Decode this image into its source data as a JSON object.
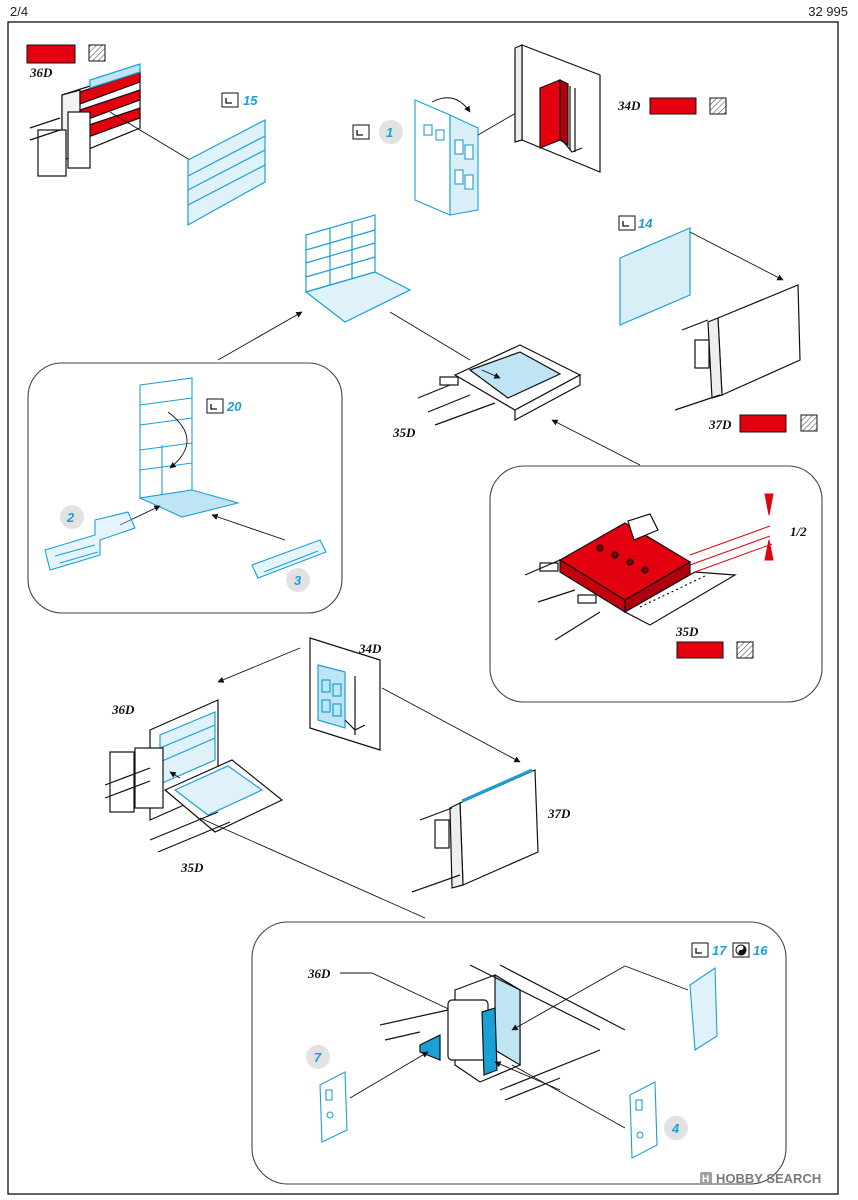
{
  "header": {
    "page": "2/4",
    "product_code": "32 995"
  },
  "colors": {
    "pe_blue": "#1ba0d6",
    "pe_fill": "#bfe4f4",
    "paint_red": "#e3000f",
    "line": "#1a1a1a",
    "callout_border": "#444444"
  },
  "labels": {
    "p36d_top": "36D",
    "p34d_top": "34D",
    "p37d_right": "37D",
    "p35d_mid": "35D",
    "p35d_callout": "35D",
    "ratio": "1/2",
    "p34d_bottom": "34D",
    "p36d_bottom": "36D",
    "p37d_bottom": "37D",
    "p35d_bottom": "35D",
    "p36d_callout": "36D"
  },
  "pe_parts": {
    "n15": "15",
    "n1": "1",
    "n14": "14",
    "n20": "20",
    "n2": "2",
    "n3": "3",
    "n17": "17",
    "n16": "16",
    "n7": "7",
    "n4": "4"
  },
  "icons": [
    "bend-icon",
    "paint-swatch-icon",
    "glue-icon",
    "yin-yang-icon",
    "arrow-icon"
  ],
  "watermark": {
    "logo": "H",
    "text": "HOBBY SEARCH"
  }
}
